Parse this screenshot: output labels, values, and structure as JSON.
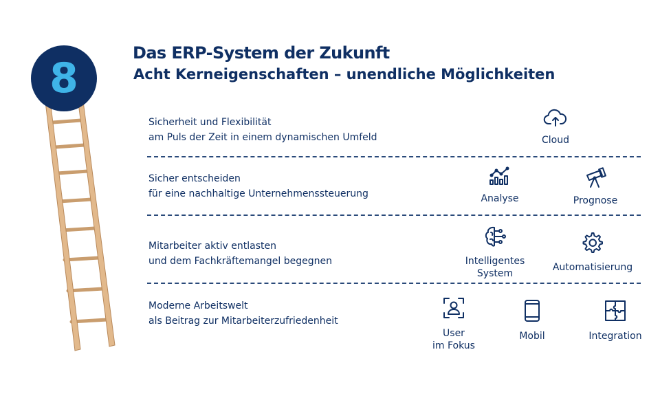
{
  "badge": {
    "number": "8"
  },
  "header": {
    "title": "Das ERP-System der Zukunft",
    "subtitle": "Acht Kerneigenschaften – unendliche Möglichkeiten"
  },
  "rows": [
    {
      "line1": "Sicherheit und Flexibilität",
      "line2": "am Puls der Zeit in einem dynamischen Umfeld",
      "features": [
        {
          "icon": "cloud-upload-icon",
          "label": "Cloud"
        }
      ]
    },
    {
      "line1": "Sicher entscheiden",
      "line2": "für eine nachhaltige Unternehmenssteuerung",
      "features": [
        {
          "icon": "analytics-chart-icon",
          "label": "Analyse"
        },
        {
          "icon": "telescope-icon",
          "label": "Prognose"
        }
      ]
    },
    {
      "line1": "Mitarbeiter aktiv entlasten",
      "line2": "und dem Fachkräftemangel begegnen",
      "features": [
        {
          "icon": "brain-circuit-icon",
          "label_line1": "Intelligentes",
          "label_line2": "System"
        },
        {
          "icon": "gear-icon",
          "label": "Automatisierung"
        }
      ]
    },
    {
      "line1": "Moderne Arbeitswelt",
      "line2": "als Beitrag zur Mitarbeiterzufriedenheit",
      "features": [
        {
          "icon": "user-focus-icon",
          "label_line1": "User",
          "label_line2": "im Fokus"
        },
        {
          "icon": "smartphone-icon",
          "label": "Mobil"
        },
        {
          "icon": "puzzle-icon",
          "label": "Integration"
        }
      ]
    }
  ],
  "colors": {
    "navy": "#0f2f63",
    "accent": "#3fb4e8",
    "ladder_wood": "#e2b98c",
    "ladder_edge": "#b98a5c"
  }
}
